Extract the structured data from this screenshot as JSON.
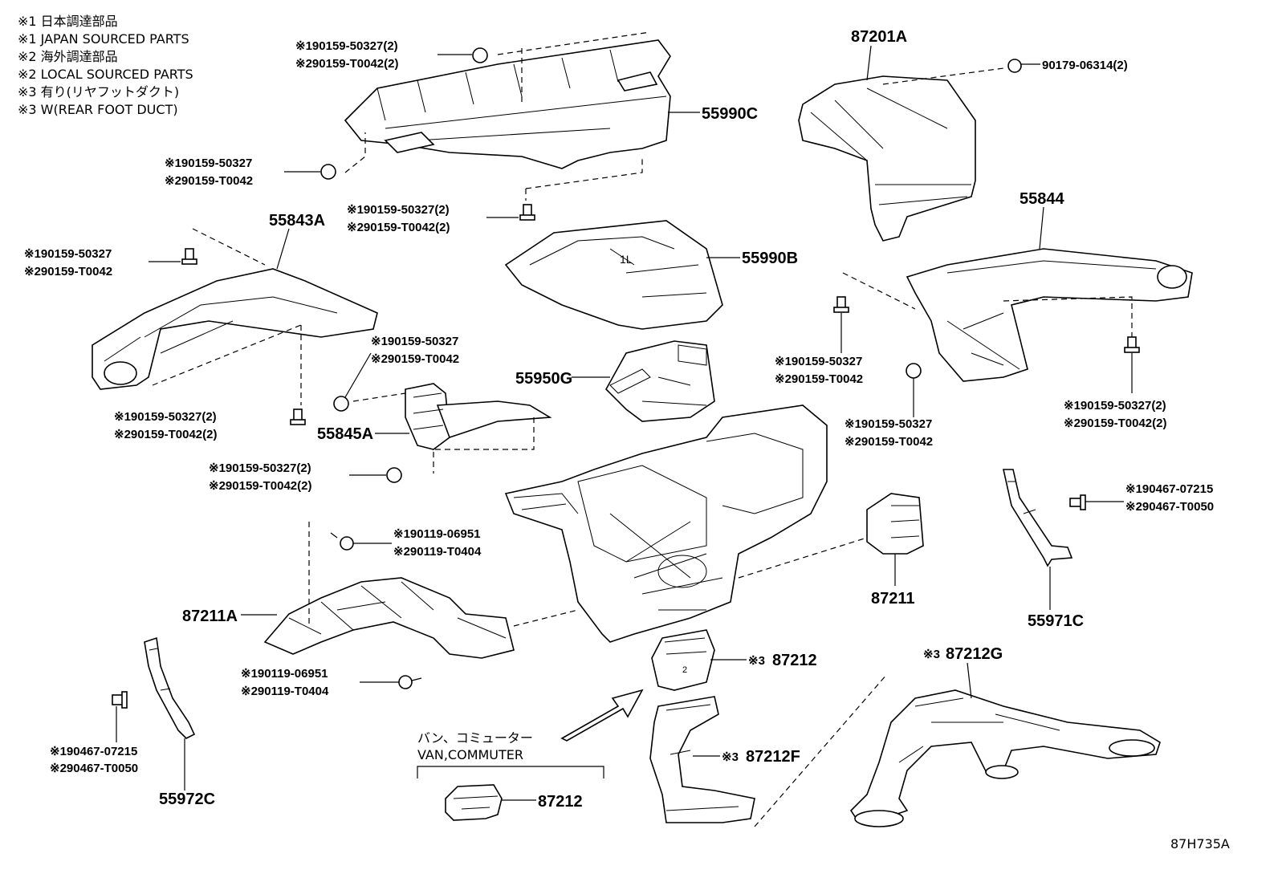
{
  "legend": {
    "lines": [
      "※1 日本調達部品",
      "※1 JAPAN SOURCED PARTS",
      "※2 海外調達部品",
      "※2 LOCAL SOURCED PARTS",
      "※3 有り(リヤフットダクト)",
      "※3 W(REAR FOOT DUCT)"
    ]
  },
  "parts": {
    "p87201A": "87201A",
    "p55990C": "55990C",
    "p55843A": "55843A",
    "p55990B": "55990B",
    "p55844": "55844",
    "p55950G": "55950G",
    "p55845A": "55845A",
    "p87211": "87211",
    "p87211A": "87211A",
    "p55971C": "55971C",
    "p87212": "87212",
    "p87212_prefix": "※3",
    "p87212G": "87212G",
    "p87212G_prefix": "※3",
    "p87212F": "87212F",
    "p87212F_prefix": "※3",
    "p55972C": "55972C",
    "p87212_van": "87212"
  },
  "refs": {
    "r1a": "※190159-50327(2)",
    "r1b": "※290159-T0042(2)",
    "r2": "90179-06314(2)",
    "r3a": "※190159-50327",
    "r3b": "※290159-T0042",
    "r4a": "※190159-50327(2)",
    "r4b": "※290159-T0042(2)",
    "r5a": "※190159-50327",
    "r5b": "※290159-T0042",
    "r6a": "※190159-50327",
    "r6b": "※290159-T0042",
    "r7a": "※190159-50327",
    "r7b": "※290159-T0042",
    "r8a": "※190159-50327(2)",
    "r8b": "※290159-T0042(2)",
    "r9a": "※190159-50327",
    "r9b": "※290159-T0042",
    "r10a": "※190159-50327(2)",
    "r10b": "※290159-T0042(2)",
    "r11a": "※190159-50327(2)",
    "r11b": "※290159-T0042(2)",
    "r12a": "※190467-07215",
    "r12b": "※290467-T0050",
    "r13a": "※190119-06951",
    "r13b": "※290119-T0404",
    "r14a": "※190119-06951",
    "r14b": "※290119-T0404",
    "r15a": "※190467-07215",
    "r15b": "※290467-T0050"
  },
  "van_note": {
    "jp": "バン、コミューター",
    "en": "VAN,COMMUTER"
  },
  "figure_code": "87H735A"
}
